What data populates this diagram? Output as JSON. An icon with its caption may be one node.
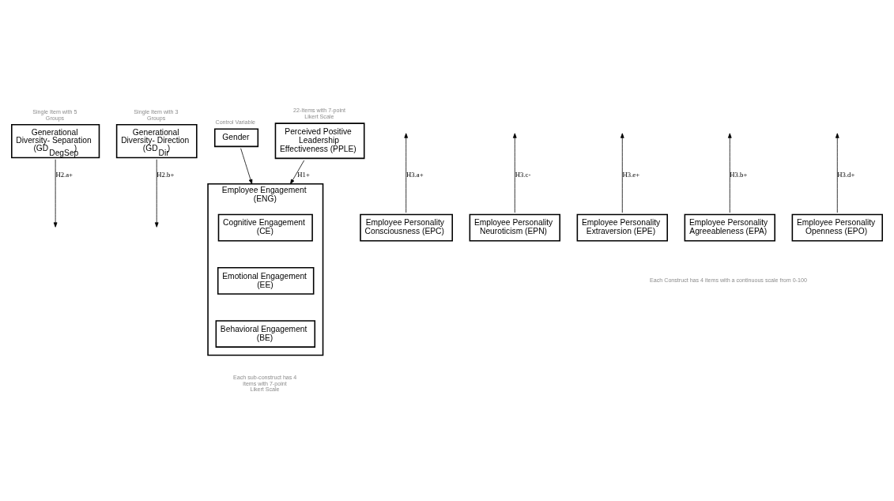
{
  "diagram": {
    "nodes": [
      {
        "text": [
          "Generational Diversity- Separation (GD$_{DegSep}$)"
        ],
        "beside": [
          "Single Item with 5 Groups"
        ]
      },
      {
        "text": [
          "Generational Diversity- Direction (GD$_{Dir}$)"
        ],
        "beside": [
          "Single Item with 3 Groups"
        ]
      },
      {
        "text": [
          "Gender"
        ],
        "beside": [
          "Control Variable"
        ]
      },
      {
        "text": [
          "Employee Engagement (ENG)"
        ],
        "beside": [
          "Each sub-construct has 4 items with 7-point Likert Scale"
        ]
      },
      {
        "text": [
          "Cognitive Engagement (CE)"
        ],
        "in": 3
      },
      {
        "text": [
          "Emotional Engagement (EE)"
        ],
        "in": 3
      },
      {
        "text": [
          "Behavioral Engagement (BE)"
        ],
        "in": 3
      },
      {
        "text": [
          "Perceived Positive Leadership Effectiveness (PPLE)"
        ],
        "beside": [
          "22-Items with 7-point Likert Scale"
        ]
      },
      {
        "text": [
          "Employee Personality Consciousness (EPC)"
        ]
      },
      {
        "text": [
          "Employee Personality Neuroticism (EPN)"
        ]
      },
      {
        "text": [
          "Employee Personality Extraversion (EPE)"
        ]
      },
      {
        "text": [
          "Employee Personality Agreeableness (EPA)"
        ]
      },
      {
        "text": [
          "Employee Personality Openness (EPO)"
        ]
      }
    ],
    "edges": [
      {
        "from": 7,
        "to": 3,
        "arrow": "to",
        "label": "H1+"
      },
      {
        "from": 2,
        "to": 3,
        "arrow": "to"
      },
      {
        "from": 0,
        "to": null,
        "arrow": "to",
        "label": "H2.a+"
      },
      {
        "from": 1,
        "to": null,
        "arrow": "to",
        "label": "H2.b+"
      },
      {
        "from": 8,
        "to": null,
        "arrow": "to",
        "label": "H3.a+"
      },
      {
        "from": 11,
        "to": null,
        "arrow": "to",
        "label": "H3.b+"
      },
      {
        "from": 9,
        "to": null,
        "arrow": "to",
        "label": "H3.c-"
      },
      {
        "from": 12,
        "to": null,
        "arrow": "to",
        "label": "H3.d+"
      },
      {
        "from": 10,
        "to": null,
        "arrow": "to",
        "label": "H3.e+"
      }
    ],
    "labels": [
      "Each Construct has 4 items with a continuous scale from 0-100"
    ]
  }
}
